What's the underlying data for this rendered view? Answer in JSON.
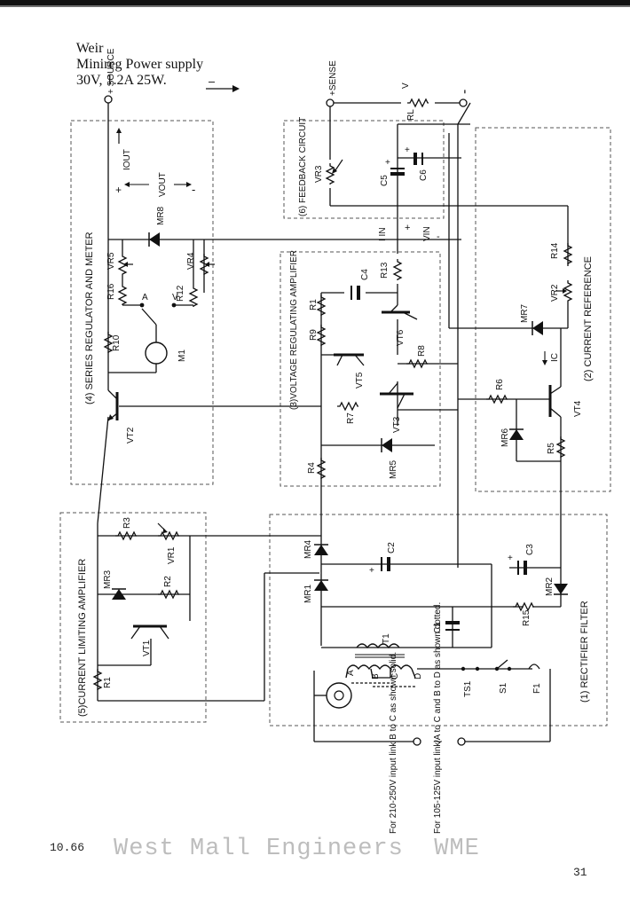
{
  "title": {
    "maker": "Weir",
    "model": "Minireg Power supply",
    "rating": "30V, 1.2A 25W."
  },
  "terminals": {
    "source": "+ SOURCE",
    "sense": "+SENSE",
    "negative": "-",
    "v": "V"
  },
  "blocks": {
    "series_regulator": "(4) SERIES REGULATOR AND METER",
    "feedback": "(6) FEEDBACK CIRCUIT",
    "voltage_amp": "(3)VOLTAGE REGULATING AMPLIFIER",
    "current_ref": "(2) CURRENT REFERENCE",
    "current_limit": "(5)CURRENT LIMITING AMPLIFIER",
    "rectifier": "(1) RECTIFIER FILTER"
  },
  "components": {
    "R1": "R1",
    "R2": "R2",
    "R3": "R3",
    "R4": "R4",
    "R5": "R5",
    "R6": "R6",
    "R7": "R7",
    "R8": "R8",
    "R9": "R9",
    "R10": "R10",
    "R11": "R1",
    "R12": "R12",
    "R13": "R13",
    "R14": "R14",
    "R15": "R15",
    "R16": "R16",
    "RL": "RL",
    "VR1": "VR1",
    "VR2": "VR2",
    "VR3": "VR3",
    "VR4": "VR4",
    "VR5": "VR5",
    "C1": "C1",
    "C2": "C2",
    "C3": "C3",
    "C4": "C4",
    "C5": "C5",
    "C6": "C6",
    "MR1": "MR1",
    "MR2": "MR2",
    "MR3": "MR3",
    "MR4": "MR4",
    "MR5": "MR5",
    "MR6": "MR6",
    "MR7": "MR7",
    "MR8": "MR8",
    "VT1": "VT1",
    "VT2": "VT2",
    "VT3": "VT3",
    "VT4": "VT4",
    "VT5": "VT5",
    "VT6": "VT6",
    "T1": "T1",
    "M1": "M1",
    "TS1": "TS1",
    "S1": "S1",
    "F1": "F1"
  },
  "signals": {
    "I": "I",
    "Iout": "IOUT",
    "Vout": "VOUT",
    "Iin": "I IN",
    "Vin": "VIN",
    "Ic": "IC",
    "A": "A",
    "V": "V",
    "plus": "+",
    "minus": "-"
  },
  "transformer_taps": {
    "A": "A",
    "B": "B",
    "C": "C",
    "D": "D"
  },
  "ac_symbol": "~",
  "notes": {
    "note_hv": "For 210-250V input link B to C as shown solid.",
    "note_lv": "For 105-125V input link A to C and B to D as shown dotted."
  },
  "footer": {
    "date": "10.66",
    "watermark": "West Mall Engineers  WME",
    "page": "31"
  }
}
